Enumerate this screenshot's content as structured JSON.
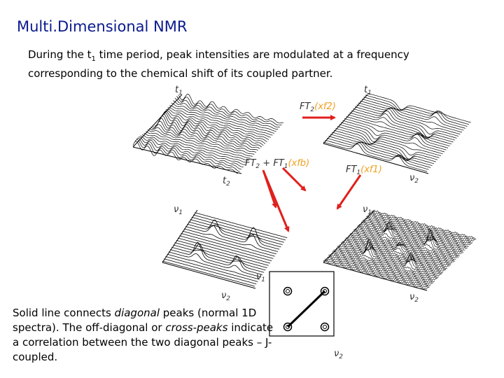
{
  "title": "Multi.Dimensional NMR",
  "intro": {
    "part1": "During the t",
    "sub": "1",
    "part2": " time period, peak intensities are modulated at a frequency corresponding to the chemical shift of its coupled partner."
  },
  "caption": {
    "t1": "Solid line connects ",
    "t2": "diagonal",
    "t3": " peaks (normal 1D spectra).  The off-diagonal or ",
    "t4": "cross-peaks",
    "t5": " indicate a correlation between the two diagonal peaks – J-coupled."
  },
  "figure": {
    "axis_t1": "t",
    "axis_t2": "t",
    "axis_v1": "ν",
    "axis_v2": "ν",
    "sub1": "1",
    "sub2": "2",
    "ft2_label": "FT",
    "ft2_sub": "2",
    "ft2_paren": "(xf2)",
    "ft21_label": "FT",
    "ft21_sub2": "2",
    "ft21_plus": " + FT",
    "ft21_sub1": "1",
    "ft21_paren": "(xfb)",
    "ft1_label": "FT",
    "ft1_sub": "1",
    "ft1_paren": "(xf1)",
    "arrow_color": "#e0201c",
    "paren_color": "#f0a020"
  }
}
